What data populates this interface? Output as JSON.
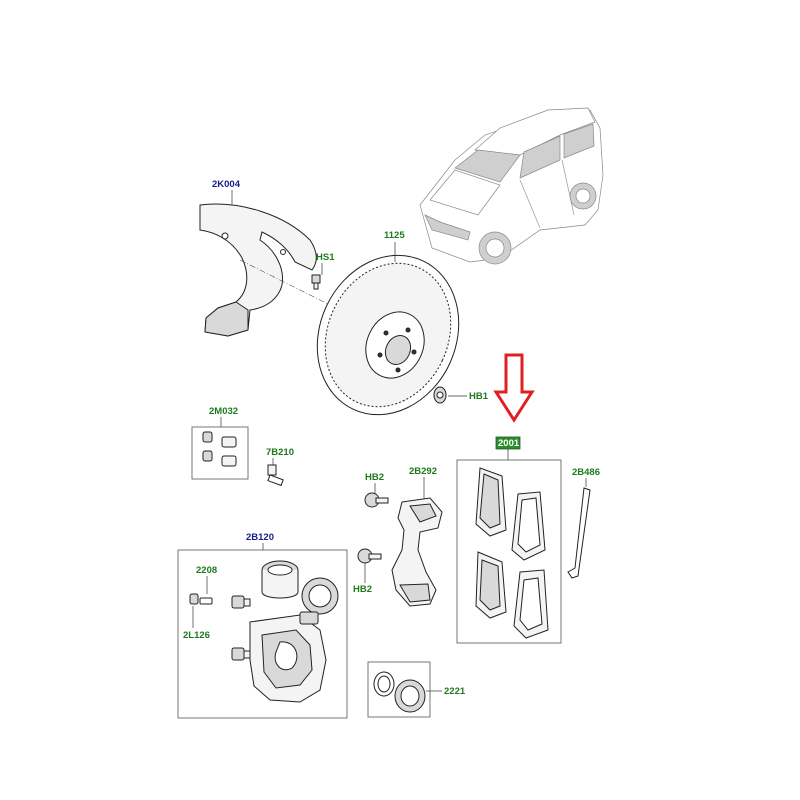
{
  "diagram": {
    "labels": {
      "shield": "2K004",
      "shield_screw": "HS1",
      "disc": "1125",
      "disc_bolt": "HB1",
      "guide_kit": "2M032",
      "guide_pin": "7B210",
      "bracket": "2B292",
      "bracket_bolt_upper": "HB2",
      "bracket_bolt_lower": "HB2",
      "pad_kit": "2001",
      "wear_sensor": "2B486",
      "caliper": "2B120",
      "bleed_screw": "2208",
      "bleed_cap": "2L126",
      "seal_kit": "2221"
    },
    "colors": {
      "arrow": "#e02020",
      "label_blue": "#1a1a8c",
      "label_green": "#1e7a1e",
      "highlight_box": "#2e8b2e"
    }
  }
}
